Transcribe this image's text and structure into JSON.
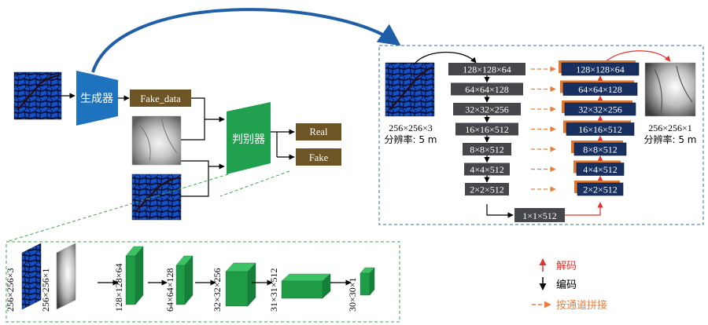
{
  "generator": {
    "label": "生成器"
  },
  "discriminator": {
    "label": "判别器"
  },
  "fake_data": {
    "label": "Fake_data"
  },
  "outputs": {
    "real": "Real",
    "fake": "Fake"
  },
  "unet": {
    "input_caption": {
      "size": "256×256×3",
      "resolution": "分辨率: 5 m"
    },
    "output_caption": {
      "size": "256×256×1",
      "resolution": "分辨率: 5 m"
    },
    "encoder": [
      "128×128×64",
      "64×64×128",
      "32×32×256",
      "16×16×512",
      "8×8×512",
      "4×4×512",
      "2×2×512"
    ],
    "bottleneck": "1×1×512",
    "decoder": [
      "128×128×64",
      "64×64×128",
      "32×32×256",
      "16×16×512",
      "8×8×512",
      "4×4×512",
      "2×2×512"
    ]
  },
  "patchgan": {
    "input_labels": [
      "256×256×3",
      "256×256×1"
    ],
    "layers": [
      "128×128×64",
      "64×64×128",
      "32×32×256",
      "31×31×512",
      "30×30×1"
    ]
  },
  "legend": {
    "decode": "解码",
    "encode": "编码",
    "concat": "按通道拼接"
  },
  "colors": {
    "generator": "#1e73be",
    "discriminator": "#21a14f",
    "fake_data_box": "#6e5525",
    "encoder_box": "#45474a",
    "decoder_box": "#17305f",
    "decoder_shadow": "#e0772e",
    "decode_arrow": "#e3322b",
    "concat_arrow": "#ee7d3a",
    "dashed_frame": "#3a6ea5",
    "patchgan_frame": "#3aa64a",
    "layer_green": "#1f9c45"
  }
}
